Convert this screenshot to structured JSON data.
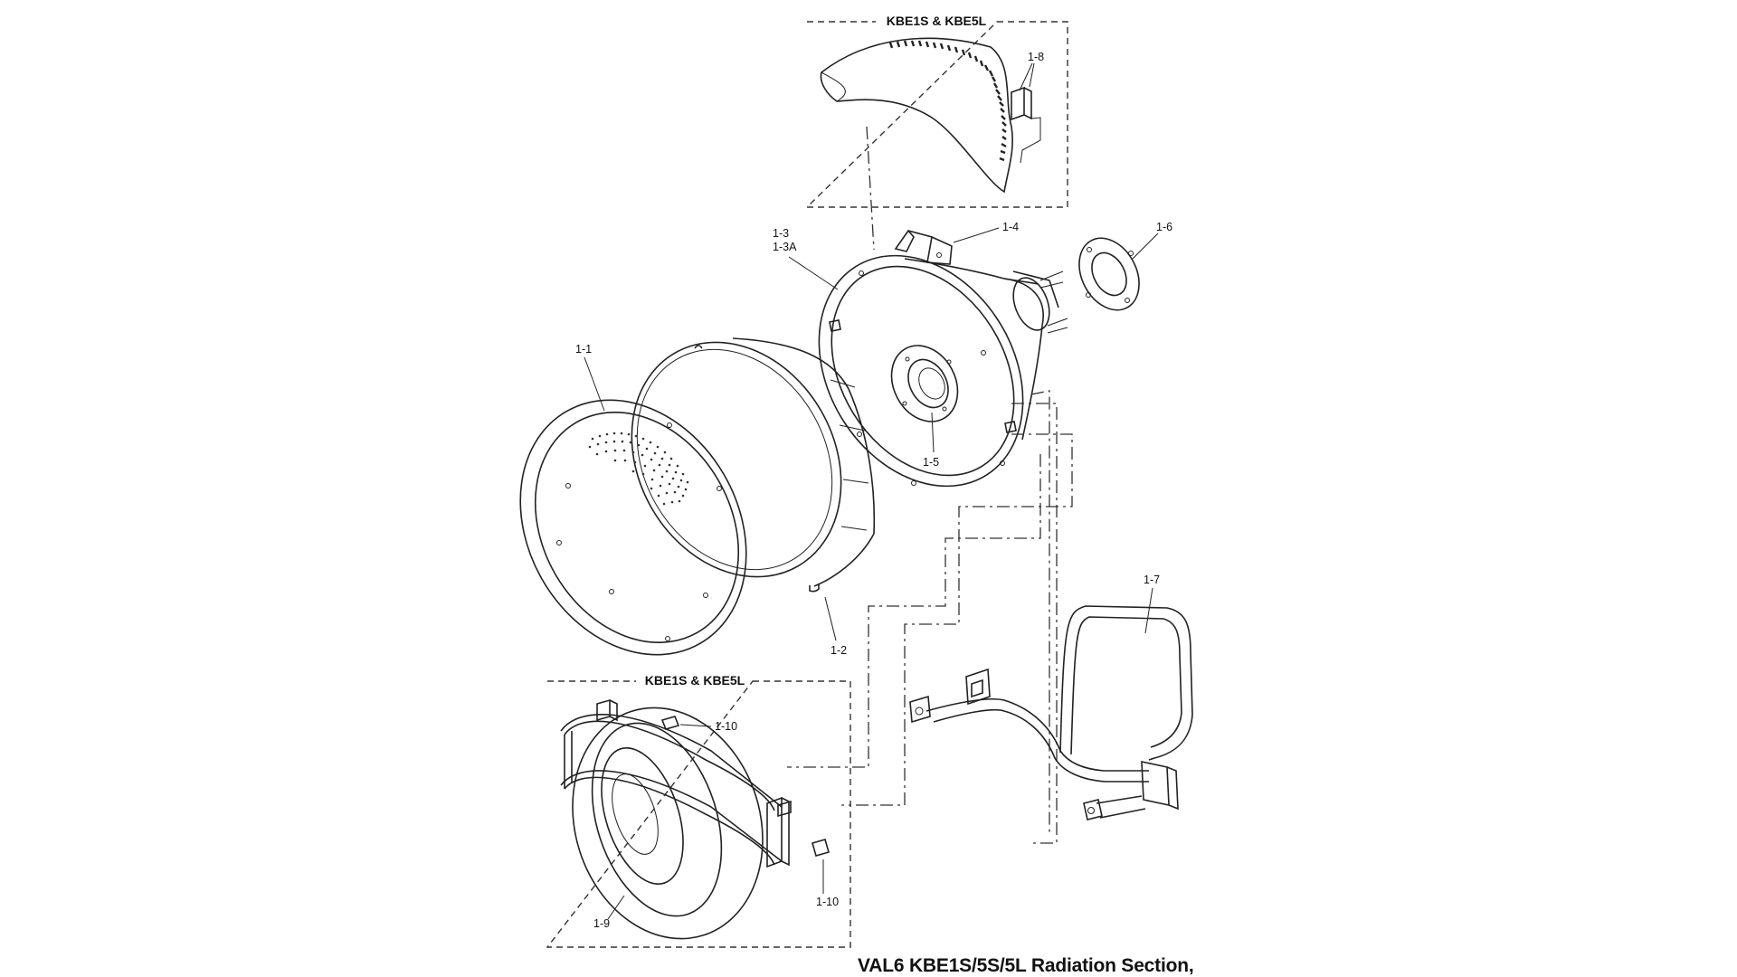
{
  "diagram": {
    "caption": "VAL6 KBE1S/5S/5L Radiation Section,",
    "boxes": {
      "top_title": "KBE1S & KBE5L",
      "bottom_title": "KBE1S & KBE5L"
    },
    "callouts": {
      "c1_1": "1-1",
      "c1_2": "1-2",
      "c1_3": "1-3",
      "c1_3a": "1-3A",
      "c1_4": "1-4",
      "c1_5": "1-5",
      "c1_6": "1-6",
      "c1_7": "1-7",
      "c1_8": "1-8",
      "c1_9": "1-9",
      "c1_10a": "1-10",
      "c1_10b": "1-10"
    }
  },
  "colors": {
    "line": "#222222",
    "background": "#ffffff"
  }
}
